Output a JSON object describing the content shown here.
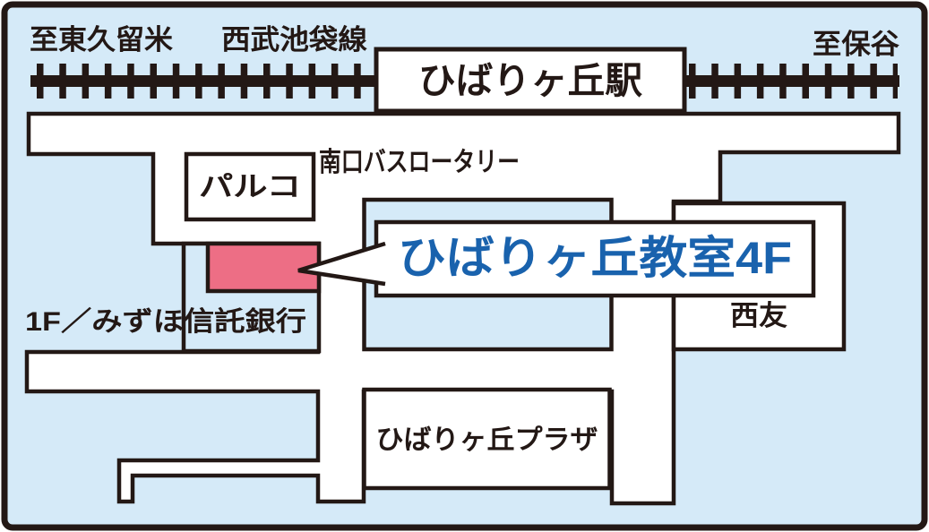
{
  "railway": {
    "direction_left": "至東久留米",
    "line_name": "西武池袋線",
    "direction_right": "至保谷",
    "station": "ひばりヶ丘駅"
  },
  "labels": {
    "bus_rotary": "南口バスロータリー",
    "parco": "パルコ",
    "classroom": "ひばりヶ丘教室4F",
    "bank": "1F／みずほ信託銀行",
    "seiyu": "西友",
    "plaza": "ひばりヶ丘プラザ"
  },
  "colors": {
    "background": "#d5eaf8",
    "road": "#ffffff",
    "outline": "#231815",
    "building_highlight": "#ed6e85",
    "classroom_text": "#1962ad"
  }
}
